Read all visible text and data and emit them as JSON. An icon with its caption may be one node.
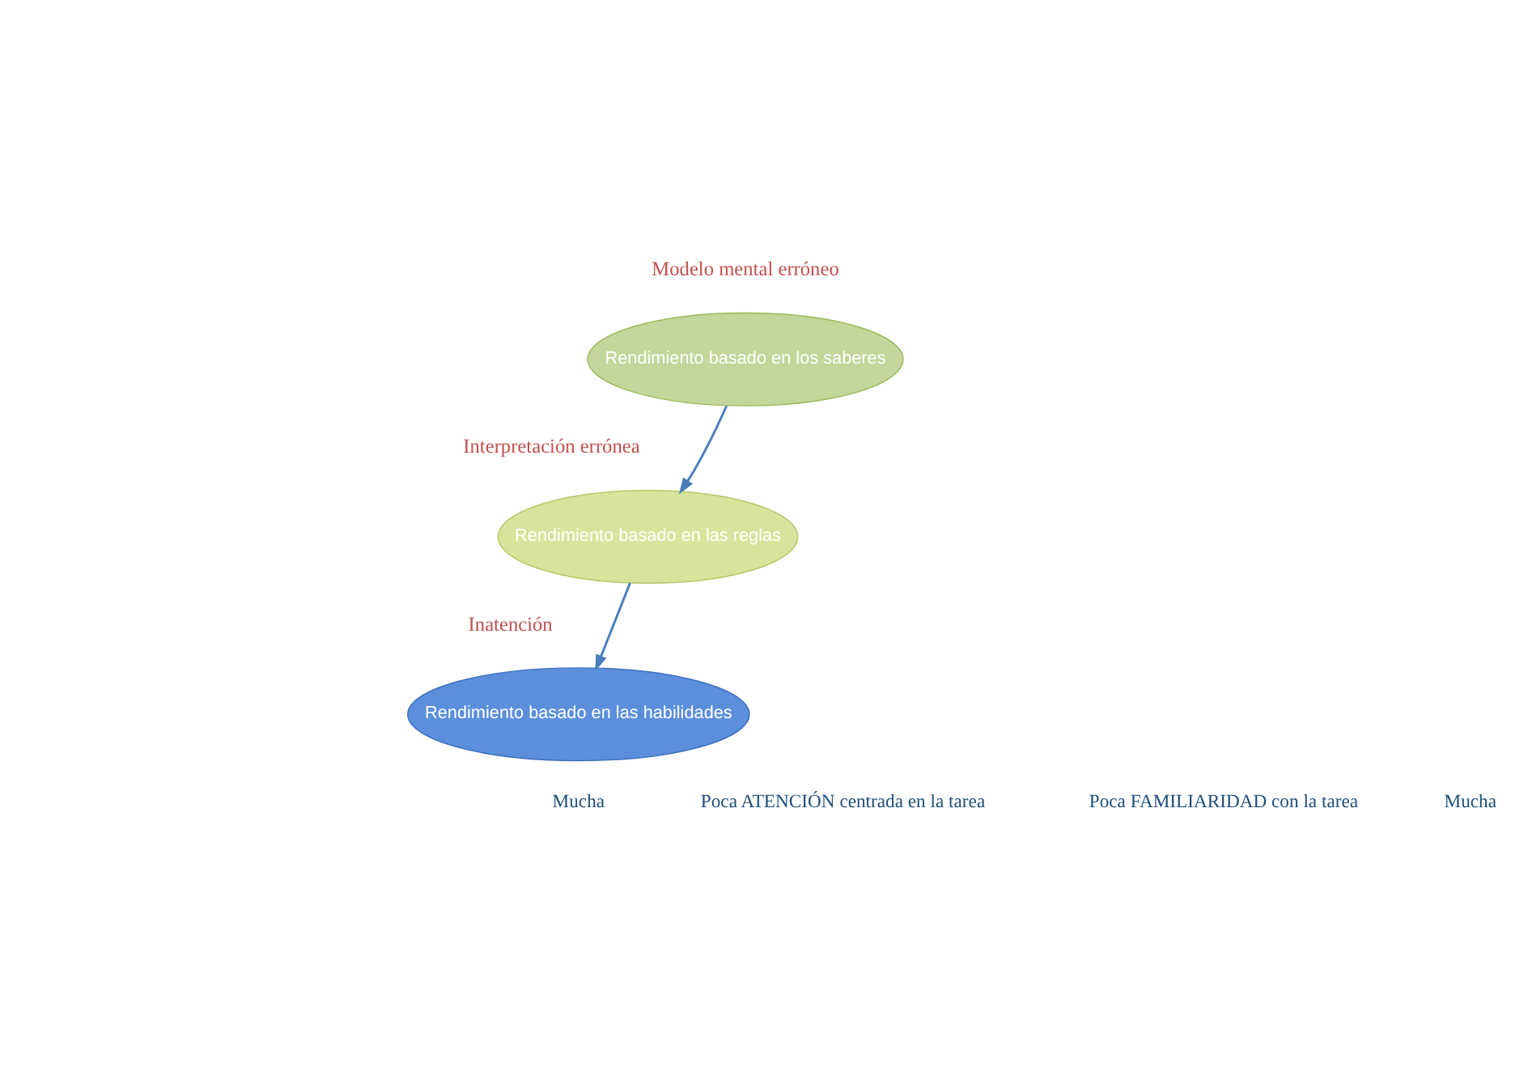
{
  "diagram": {
    "nodes": [
      {
        "text": [
          "Rendimiento basado en los saberes"
        ],
        "beside": [
          "Modelo mental erróneo"
        ]
      },
      {
        "text": [
          "Rendimiento basado en las reglas"
        ],
        "beside": [
          "Interpretación errónea"
        ]
      },
      {
        "text": [
          "Rendimiento basado en las habilidades"
        ],
        "beside": [
          "Inatención"
        ]
      }
    ],
    "edges": [
      {
        "from": 0,
        "to": 1,
        "arrow": "to"
      },
      {
        "from": 1,
        "to": 2,
        "arrow": "to"
      }
    ],
    "labels": [
      "Mucha",
      "Poca ATENCIÓN centrada en la tarea",
      "Poca FAMILIARIDAD con la tarea",
      "Mucha"
    ]
  }
}
